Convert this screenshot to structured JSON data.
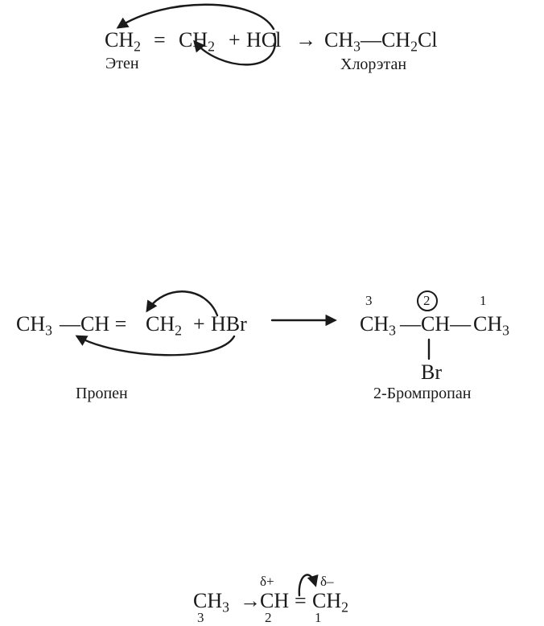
{
  "r1": {
    "reactant1": "CH",
    "reactant1_sub": "2",
    "eq": "=",
    "reactant2": "CH",
    "reactant2_sub": "2",
    "plus": "+",
    "reagent": "HCl",
    "arrow": "→",
    "product_a": "CH",
    "product_a_sub": "3",
    "bond": "—",
    "product_b": "CH",
    "product_b_sub": "2",
    "product_c": "Cl",
    "label_left": "Этен",
    "label_right": "Хлорэтан"
  },
  "r2": {
    "left_a": "CH",
    "left_a_sub": "3",
    "left_b": "—CH =",
    "mid": "CH",
    "mid_sub": "2",
    "plus": "+",
    "reagent": "HBr",
    "p_ch3_left": "CH",
    "p_ch3_left_sub": "3",
    "p_mid": "—CH—",
    "p_ch3_right": "CH",
    "p_ch3_right_sub": "3",
    "sub_group": "Br",
    "num_3": "3",
    "num_2": "2",
    "num_1": "1",
    "label_left": "Пропен",
    "label_right": "2-Бромпропан"
  },
  "r3": {
    "ch3": "CH",
    "ch3_sub": "3",
    "arrow": "→",
    "ch": "CH",
    "eq": "=",
    "ch2": "CH",
    "ch2_sub": "2",
    "delta_plus": "δ+",
    "delta_minus": "δ–",
    "n3": "3",
    "n2": "2",
    "n1": "1"
  }
}
